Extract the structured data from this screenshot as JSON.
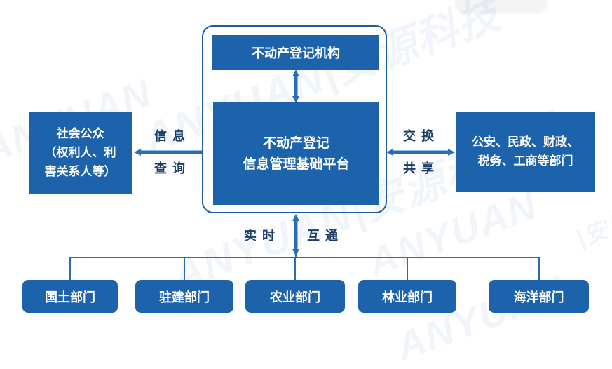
{
  "watermark": {
    "brand": "ANYUAN",
    "cn": "|安源科技",
    "fragments": [
      "源",
      "|安源"
    ]
  },
  "center": {
    "agency_label": "不动产登记机构",
    "platform_line1": "不动产登记",
    "platform_line2": "信息管理基础平台"
  },
  "left": {
    "box_line1": "社会公众",
    "box_line2": "（权利人、利",
    "box_line3": "害关系人等）",
    "link_top": "信息",
    "link_bottom": "查询"
  },
  "right": {
    "box_line1": "公安、民政、财政、",
    "box_line2": "税务、工商等部门",
    "link_top": "交换",
    "link_bottom": "共享"
  },
  "bottom": {
    "link_left": "实时",
    "link_right": "互通",
    "departments": [
      "国土部门",
      "驻建部门",
      "农业部门",
      "林业部门",
      "海洋部门"
    ]
  },
  "colors": {
    "box": "#1d63ac",
    "line": "#2a6db0",
    "text_dark": "#1b3c66"
  }
}
